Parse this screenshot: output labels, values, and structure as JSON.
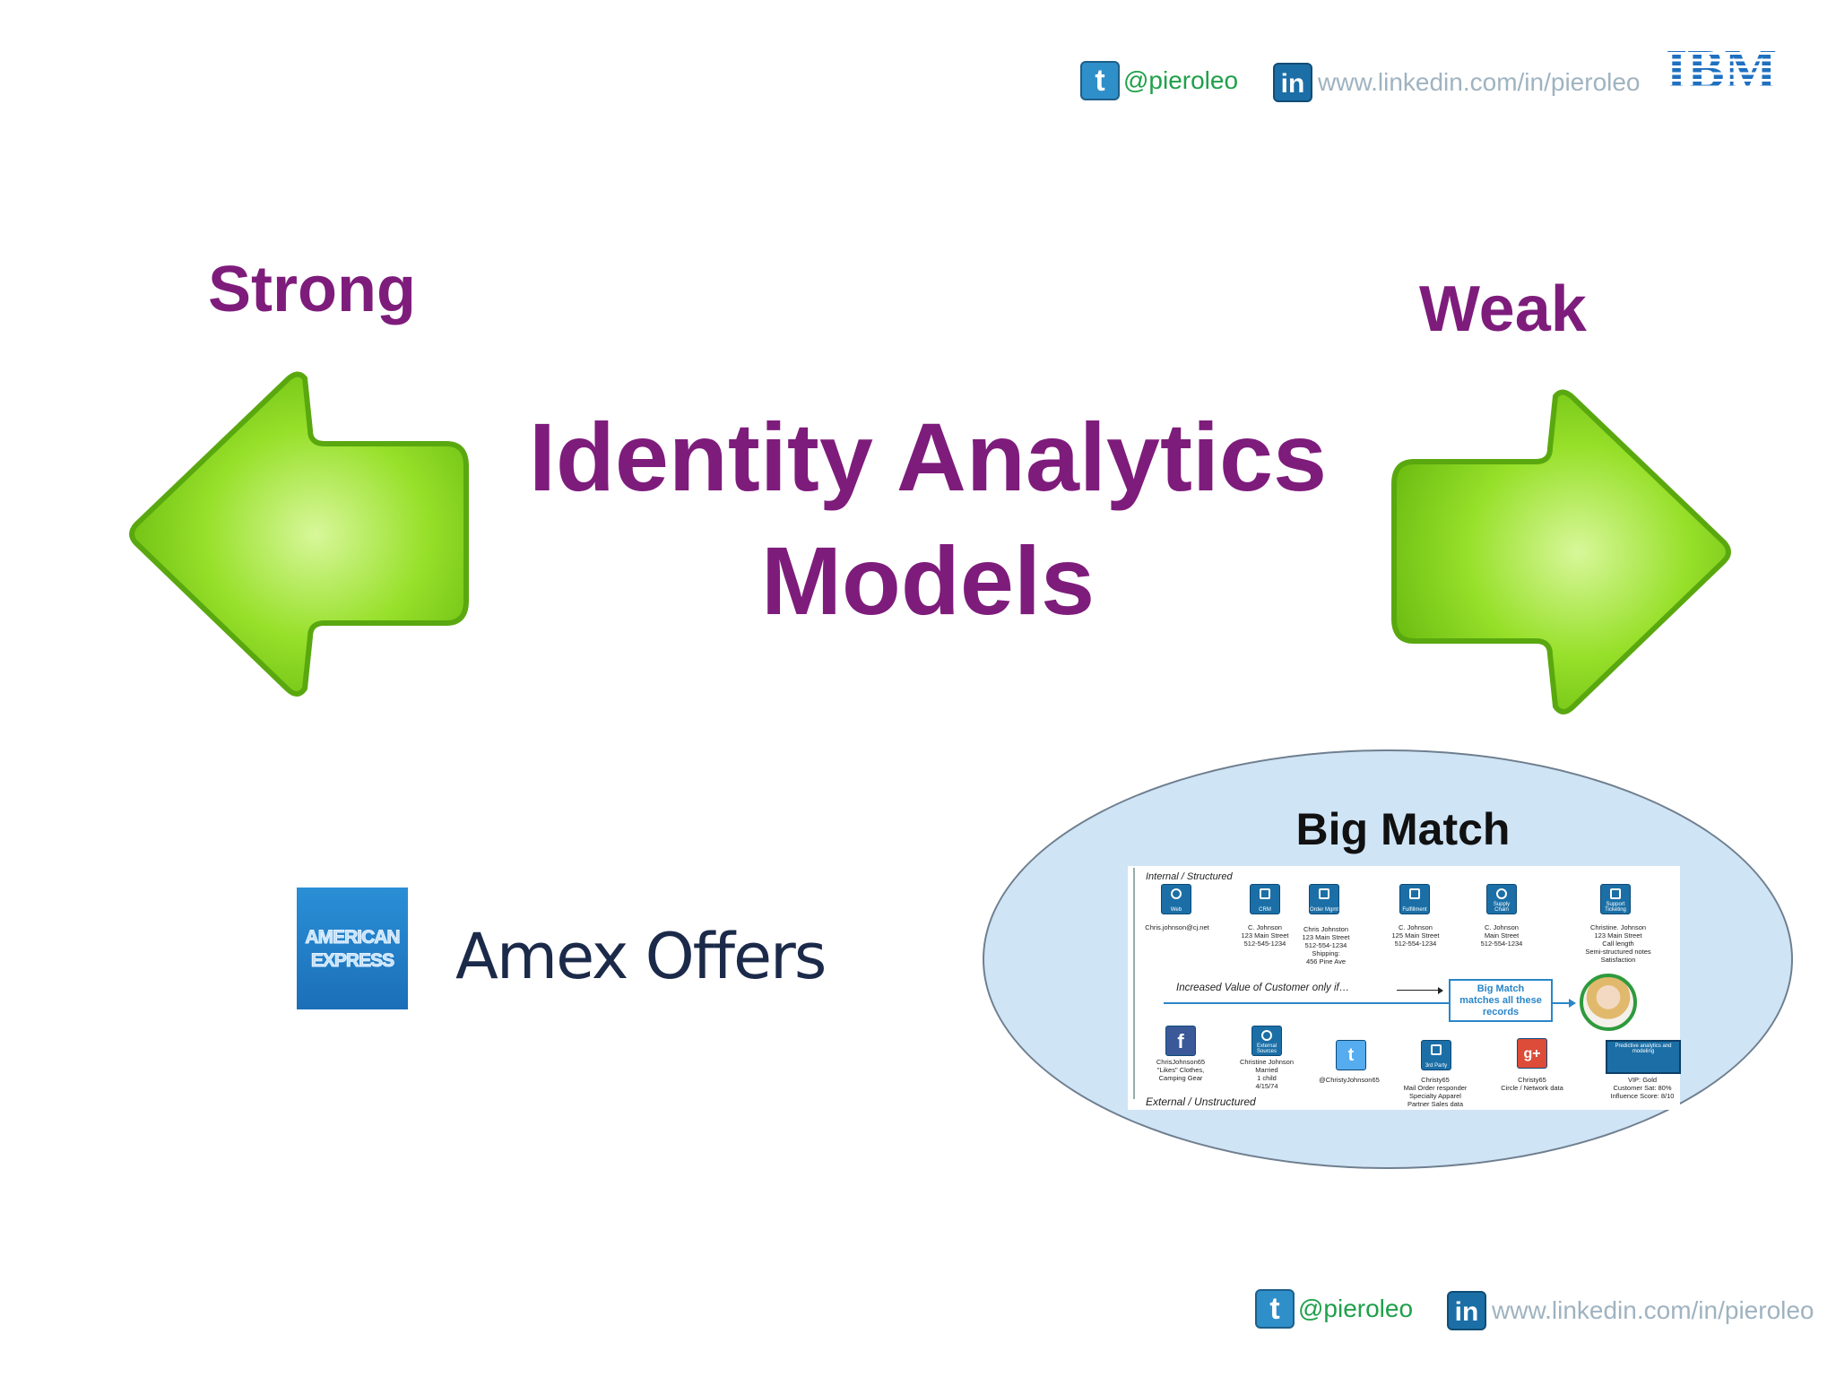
{
  "header": {
    "twitter_handle": "@pieroleo",
    "linkedin_url": "www.linkedin.com/in/pieroleo",
    "brand_logo": "IBM"
  },
  "main": {
    "title_line1": "Identity Analytics",
    "title_line2": "Models",
    "left_label": "Strong",
    "right_label": "Weak"
  },
  "amex": {
    "logo_line1": "AMERICAN",
    "logo_line2": "EXPRESS",
    "label": "Amex Offers"
  },
  "big_match": {
    "title": "Big Match",
    "internal_label": "Internal / Structured",
    "external_label": "External / Unstructured",
    "flow_text": "Increased Value of Customer only if…",
    "box_text": "Big Match matches all these records",
    "top_sources": [
      {
        "icon": "Web",
        "caption": "Chris.johnson@cj.net"
      },
      {
        "icon": "CRM",
        "caption": "C. Johnson\n123 Main Street\n512-545-1234"
      },
      {
        "icon": "Order Mgmt",
        "caption": "Chris Johnston\n123 Main Street\n512-554-1234\nShipping:\n456 Pine Ave"
      },
      {
        "icon": "Fulfillment",
        "caption": "C. Johnson\n125 Main Street\n512-554-1234"
      },
      {
        "icon": "Supply Chain",
        "caption": "C. Johnson\nMain Street\n512-554-1234"
      },
      {
        "icon": "Support Ticketing",
        "caption": "Christine. Johnson\n123 Main Street\nCall length\nSemi-structured notes\nSatisfaction"
      }
    ],
    "bottom_sources": [
      {
        "icon": "f",
        "caption": "ChrisJohnson65\n\"Likes\" Clothes,\nCamping Gear"
      },
      {
        "icon": "External Sources",
        "caption": "Christine Johnson\nMarried\n1 child\n4/15/74"
      },
      {
        "icon": "t",
        "caption": "@ChristyJohnson65"
      },
      {
        "icon": "3rd Party",
        "caption": "Christy65\nMail Order responder\nSpecialty Apparel\nPartner Sales data"
      },
      {
        "icon": "g+",
        "caption": "Christy65\nCircle / Network data"
      },
      {
        "icon": "Predictive analytics and modeling",
        "caption": "VIP: Gold\nCustomer Sat: 80%\nInfluence Score: 8/10"
      }
    ]
  },
  "footer": {
    "twitter_handle": "@pieroleo",
    "linkedin_url": "www.linkedin.com/in/pieroleo"
  },
  "colors": {
    "title": "#7e1c7c",
    "arrow": "#8ed820",
    "twitter_text": "#1fa04a",
    "linkedin_text": "#9fb3c0",
    "ibm": "#1f70c1"
  }
}
